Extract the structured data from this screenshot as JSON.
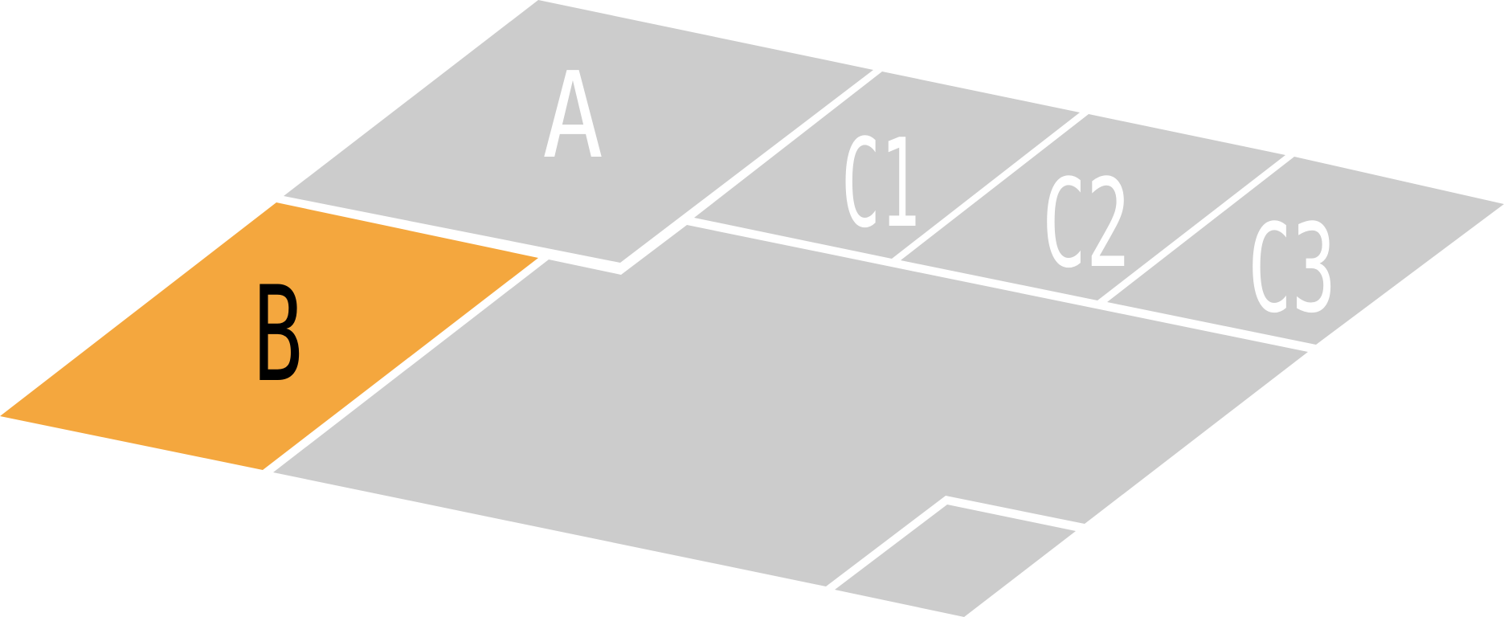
{
  "colors": {
    "background": "#ffffff",
    "zone_default": "#cccccc",
    "zone_highlight": "#f4a73e",
    "label_default": "#ffffff",
    "label_highlight": "#000000"
  },
  "zones": [
    {
      "id": "A",
      "label": "A",
      "highlighted": false
    },
    {
      "id": "B",
      "label": "B",
      "highlighted": true
    },
    {
      "id": "C1",
      "label": "C1",
      "highlighted": false
    },
    {
      "id": "C2",
      "label": "C2",
      "highlighted": false
    },
    {
      "id": "C3",
      "label": "C3",
      "highlighted": false
    },
    {
      "id": "main",
      "label": "",
      "highlighted": false
    },
    {
      "id": "small",
      "label": "",
      "highlighted": false
    }
  ]
}
